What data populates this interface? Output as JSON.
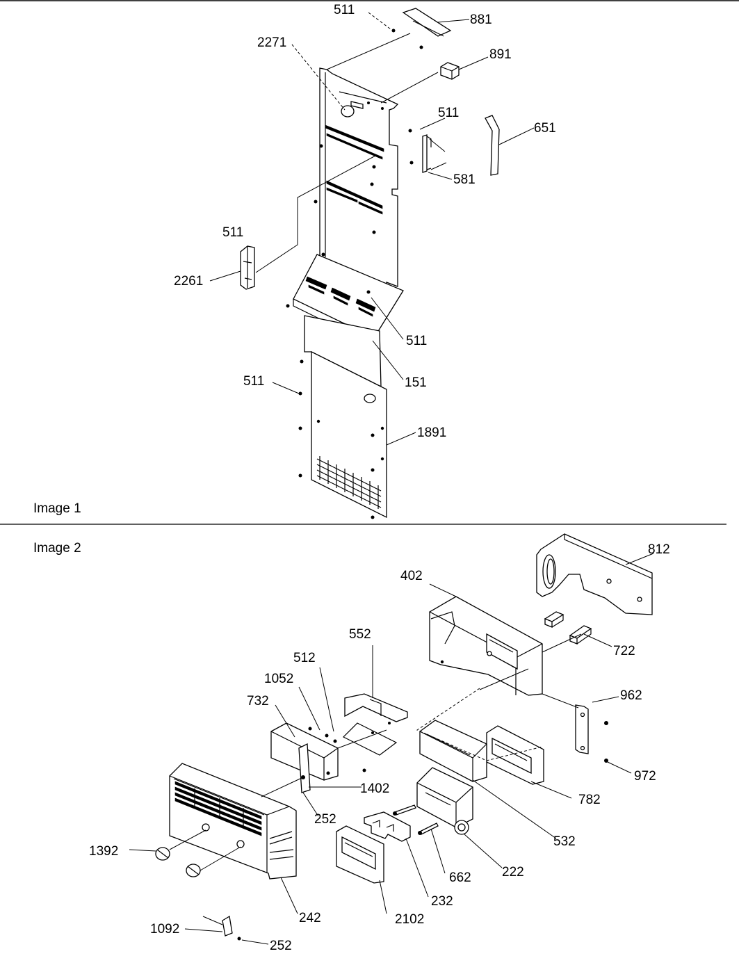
{
  "image1": {
    "caption": "Image 1",
    "callouts": [
      "511",
      "881",
      "2271",
      "891",
      "511",
      "651",
      "581",
      "511",
      "2261",
      "511",
      "151",
      "511",
      "1891"
    ]
  },
  "image2": {
    "caption": "Image 2",
    "callouts": [
      "812",
      "402",
      "722",
      "552",
      "512",
      "1052",
      "732",
      "962",
      "972",
      "782",
      "1402",
      "532",
      "252",
      "222",
      "662",
      "232",
      "2102",
      "1392",
      "242",
      "1092",
      "252"
    ]
  }
}
